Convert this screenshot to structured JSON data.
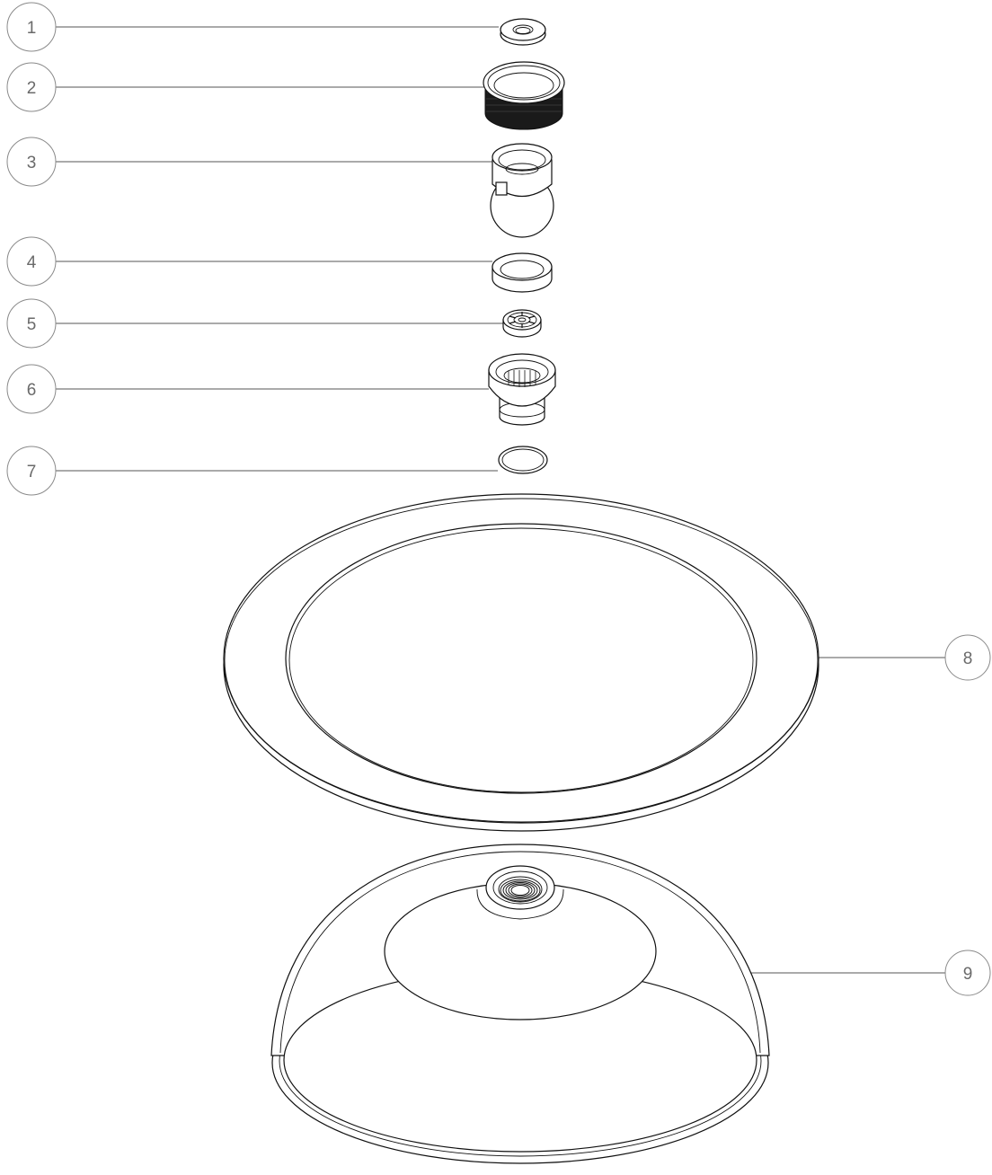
{
  "diagram": {
    "callouts": [
      {
        "number": "1",
        "part": "washer"
      },
      {
        "number": "2",
        "part": "threaded-nut"
      },
      {
        "number": "3",
        "part": "ball-joint"
      },
      {
        "number": "4",
        "part": "ball-seat-ring"
      },
      {
        "number": "5",
        "part": "flow-restrictor"
      },
      {
        "number": "6",
        "part": "swivel-connector"
      },
      {
        "number": "7",
        "part": "o-ring"
      },
      {
        "number": "8",
        "part": "face-plate"
      },
      {
        "number": "9",
        "part": "showerhead-body"
      }
    ]
  }
}
